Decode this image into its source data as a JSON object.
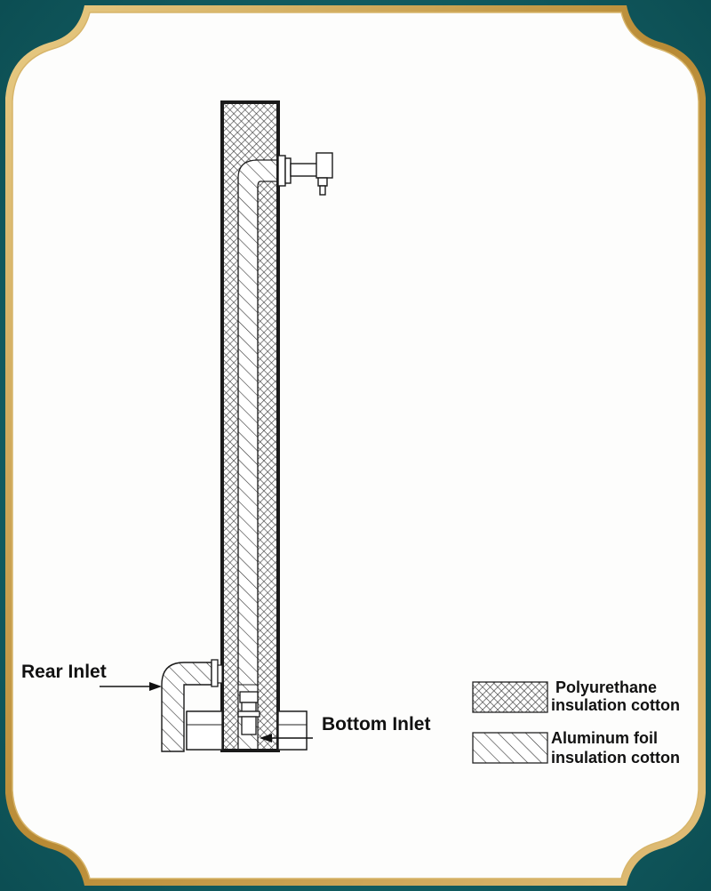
{
  "labels": {
    "rear_inlet": "Rear Inlet",
    "bottom_inlet": "Bottom Inlet"
  },
  "legend": [
    {
      "pattern": "crosshatch",
      "line1": "Polyurethane",
      "line2": "insulation cotton"
    },
    {
      "pattern": "diagonal",
      "line1": "Aluminum foil",
      "line2": "insulation cotton"
    }
  ],
  "colors": {
    "background": "#0f5a5e",
    "frame_gold": "#c9a04a",
    "panel": "#fdfdfc",
    "line": "#1a1a1a"
  }
}
